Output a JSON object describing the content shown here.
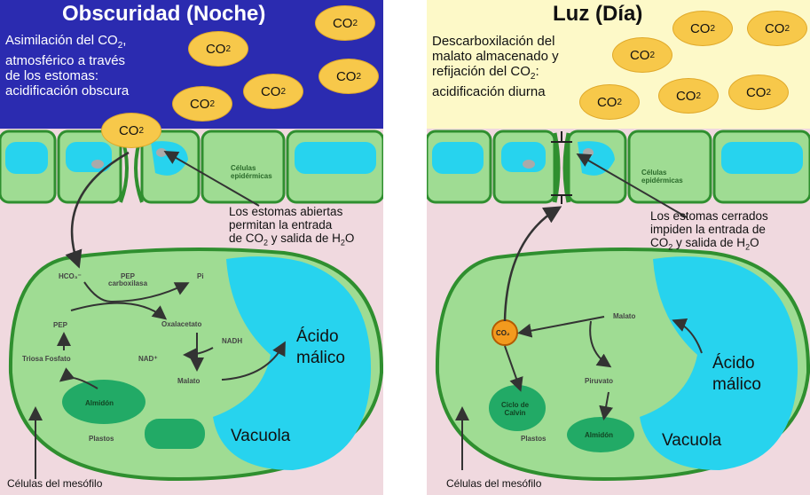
{
  "night": {
    "title": "Obscuridad (Noche)",
    "description_lines": [
      "Asimilación del CO",
      "atmosférico a través",
      "de los estomas:",
      "acidificación obscura"
    ],
    "co2_label": "CO",
    "co2_sub": "2",
    "stomata_note_lines": [
      "Los estomas abiertas",
      "permitan la entrada",
      "de CO",
      " y salida de H",
      "O"
    ],
    "stomata_note_sub": "2",
    "epidermis_label_lines": [
      "Células",
      "epidérmicas"
    ],
    "pathway": {
      "hco3": "HCO₃⁻",
      "enzyme": [
        "PEP",
        "carboxilasa"
      ],
      "pi": "Pi",
      "pep": "PEP",
      "oxalacetato": "Oxalacetato",
      "nadh": "NADH",
      "nad": "NAD⁺",
      "triosa": "Triosa Fosfato",
      "malato": "Malato",
      "almidon": "Almidón",
      "plastos": "Plastos"
    },
    "acid_label_lines": [
      "Ácido",
      "málico"
    ],
    "vacuole_label": "Vacuola",
    "mesophyll_label": "Células del mesófilo"
  },
  "day": {
    "title": "Luz (Día)",
    "description_lines": [
      "Descarboxilación del",
      "malato almacenado y",
      "refijación del CO",
      "acidificación diurna"
    ],
    "co2_label": "CO",
    "co2_sub": "2",
    "stomata_note_lines": [
      "Los estomas cerrados",
      "impiden la entrada de",
      "CO",
      " y salida de H",
      "O"
    ],
    "stomata_note_sub": "2",
    "epidermis_label_lines": [
      "Células",
      "epidérmicas"
    ],
    "pathway": {
      "malato": "Malato",
      "co2": "CO₂",
      "piruvato": "Piruvato",
      "calvin": [
        "Ciclo de",
        "Calvin"
      ],
      "almidon": "Almidón",
      "plastos": "Plastos"
    },
    "acid_label_lines": [
      "Ácido",
      "málico"
    ],
    "vacuole_label": "Vacuola",
    "mesophyll_label": "Células del mesófilo"
  },
  "colors": {
    "night_sky": "#2b2bb0",
    "day_sky": "#fdf9c8",
    "cytoplasm": "#f0d9df",
    "cell_green": "#9fdc93",
    "cell_border": "#2f8f2f",
    "vacuole": "#27d3ee",
    "co2_fill": "#f7c84a",
    "plastid": "#22aa66"
  }
}
